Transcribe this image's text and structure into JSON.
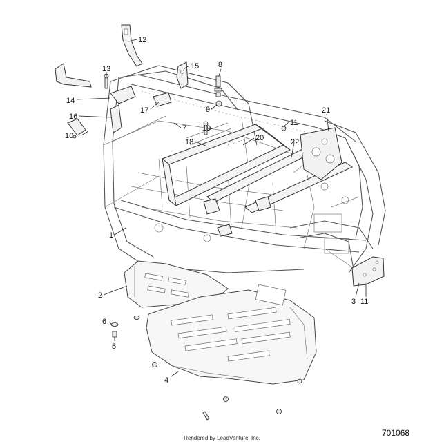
{
  "callouts": [
    {
      "label": "12"
    },
    {
      "label": "13"
    },
    {
      "label": "15"
    },
    {
      "label": "8"
    },
    {
      "label": "14"
    },
    {
      "label": "17"
    },
    {
      "label": "16"
    },
    {
      "label": "9"
    },
    {
      "label": "7"
    },
    {
      "label": "10"
    },
    {
      "label": "19"
    },
    {
      "label": "11"
    },
    {
      "label": "21"
    },
    {
      "label": "18"
    },
    {
      "label": "20"
    },
    {
      "label": "22"
    },
    {
      "label": "1"
    },
    {
      "label": "2"
    },
    {
      "label": "3"
    },
    {
      "label": "11"
    },
    {
      "label": "6"
    },
    {
      "label": "5"
    },
    {
      "label": "4"
    }
  ],
  "footer": {
    "diagram_id": "701068",
    "credit": "Rendered by LeadVenture, Inc."
  }
}
